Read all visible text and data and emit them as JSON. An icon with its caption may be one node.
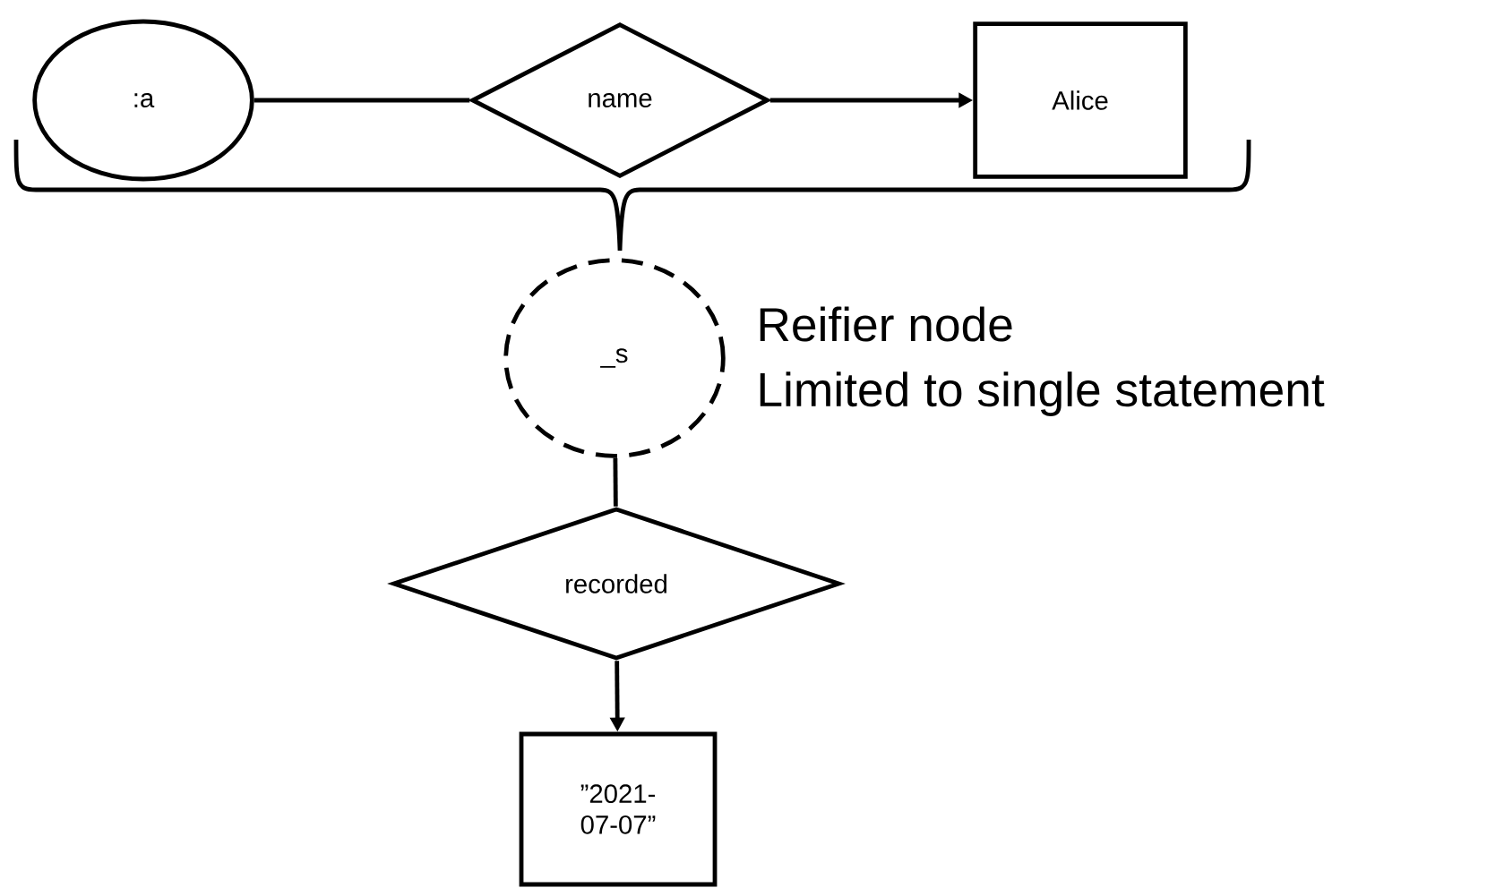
{
  "diagram": {
    "nodes": [
      {
        "text": [
          ":a"
        ]
      },
      {
        "text": [
          "name"
        ]
      },
      {
        "text": [
          "Alice"
        ]
      },
      {
        "text": [
          "_s"
        ],
        "beside": [
          "Reifier node",
          "Limited to single statement"
        ]
      },
      {
        "text": [
          "recorded"
        ]
      },
      {
        "text": [
          "”2021-07-07”"
        ]
      }
    ],
    "edges": [
      {
        "from": 0,
        "to": 1,
        "arrow": "none"
      },
      {
        "from": 1,
        "to": 2,
        "arrow": "to"
      },
      {
        "from": 3,
        "to": 4,
        "arrow": "none"
      },
      {
        "from": 4,
        "to": 5,
        "arrow": "to"
      }
    ]
  }
}
